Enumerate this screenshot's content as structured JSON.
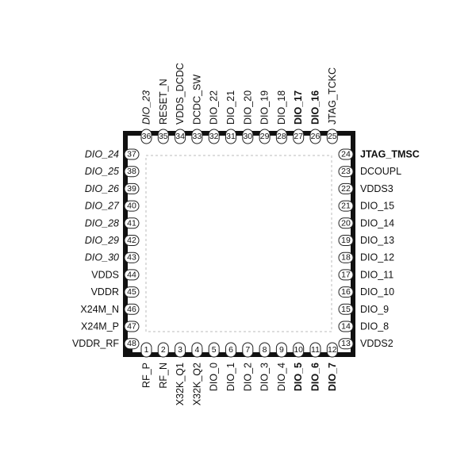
{
  "package": {
    "body_color": "#111111",
    "pad_stroke": "#222222",
    "inner_dash_color": "#bbbbbb",
    "pin1_marker": "pin1-marker"
  },
  "pins": {
    "bottom": [
      {
        "num": "1",
        "label": "RF_P",
        "style": "normal"
      },
      {
        "num": "2",
        "label": "RF_N",
        "style": "normal"
      },
      {
        "num": "3",
        "label": "X32K_Q1",
        "style": "normal"
      },
      {
        "num": "4",
        "label": "X32K_Q2",
        "style": "normal"
      },
      {
        "num": "5",
        "label": "DIO_0",
        "style": "normal"
      },
      {
        "num": "6",
        "label": "DIO_1",
        "style": "normal"
      },
      {
        "num": "7",
        "label": "DIO_2",
        "style": "normal"
      },
      {
        "num": "8",
        "label": "DIO_3",
        "style": "normal"
      },
      {
        "num": "9",
        "label": "DIO_4",
        "style": "normal"
      },
      {
        "num": "10",
        "label": "DIO_5",
        "style": "bold"
      },
      {
        "num": "11",
        "label": "DIO_6",
        "style": "bold"
      },
      {
        "num": "12",
        "label": "DIO_7",
        "style": "bold"
      }
    ],
    "right": [
      {
        "num": "13",
        "label": "VDDS2",
        "style": "normal"
      },
      {
        "num": "14",
        "label": "DIO_8",
        "style": "normal"
      },
      {
        "num": "15",
        "label": "DIO_9",
        "style": "normal"
      },
      {
        "num": "16",
        "label": "DIO_10",
        "style": "normal"
      },
      {
        "num": "17",
        "label": "DIO_11",
        "style": "normal"
      },
      {
        "num": "18",
        "label": "DIO_12",
        "style": "normal"
      },
      {
        "num": "19",
        "label": "DIO_13",
        "style": "normal"
      },
      {
        "num": "20",
        "label": "DIO_14",
        "style": "normal"
      },
      {
        "num": "21",
        "label": "DIO_15",
        "style": "normal"
      },
      {
        "num": "22",
        "label": "VDDS3",
        "style": "normal"
      },
      {
        "num": "23",
        "label": "DCOUPL",
        "style": "normal"
      },
      {
        "num": "24",
        "label": "JTAG_TMSC",
        "style": "bold"
      }
    ],
    "top": [
      {
        "num": "25",
        "label": "JTAG_TCKC",
        "style": "normal"
      },
      {
        "num": "26",
        "label": "DIO_16",
        "style": "bold"
      },
      {
        "num": "27",
        "label": "DIO_17",
        "style": "bold"
      },
      {
        "num": "28",
        "label": "DIO_18",
        "style": "normal"
      },
      {
        "num": "29",
        "label": "DIO_19",
        "style": "normal"
      },
      {
        "num": "30",
        "label": "DIO_20",
        "style": "normal"
      },
      {
        "num": "31",
        "label": "DIO_21",
        "style": "normal"
      },
      {
        "num": "32",
        "label": "DIO_22",
        "style": "normal"
      },
      {
        "num": "33",
        "label": "DCDC_SW",
        "style": "normal"
      },
      {
        "num": "34",
        "label": "VDDS_DCDC",
        "style": "normal"
      },
      {
        "num": "35",
        "label": "RESET_N",
        "style": "normal"
      },
      {
        "num": "36",
        "label": "DIO_23",
        "style": "italic"
      }
    ],
    "left": [
      {
        "num": "37",
        "label": "DIO_24",
        "style": "italic"
      },
      {
        "num": "38",
        "label": "DIO_25",
        "style": "italic"
      },
      {
        "num": "39",
        "label": "DIO_26",
        "style": "italic"
      },
      {
        "num": "40",
        "label": "DIO_27",
        "style": "italic"
      },
      {
        "num": "41",
        "label": "DIO_28",
        "style": "italic"
      },
      {
        "num": "42",
        "label": "DIO_29",
        "style": "italic"
      },
      {
        "num": "43",
        "label": "DIO_30",
        "style": "italic"
      },
      {
        "num": "44",
        "label": "VDDS",
        "style": "normal"
      },
      {
        "num": "45",
        "label": "VDDR",
        "style": "normal"
      },
      {
        "num": "46",
        "label": "X24M_N",
        "style": "normal"
      },
      {
        "num": "47",
        "label": "X24M_P",
        "style": "normal"
      },
      {
        "num": "48",
        "label": "VDDR_RF",
        "style": "normal"
      }
    ]
  }
}
